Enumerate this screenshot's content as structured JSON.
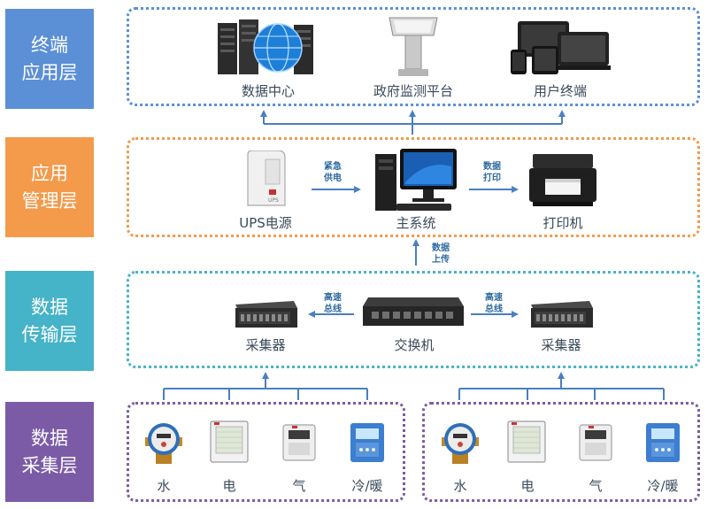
{
  "layers": {
    "terminal": {
      "line1": "终端",
      "line2": "应用层",
      "color": "#5b8fd6"
    },
    "management": {
      "line1": "应用",
      "line2": "管理层",
      "color": "#f39a4b"
    },
    "transport": {
      "line1": "数据",
      "line2": "传输层",
      "color": "#45b3c8"
    },
    "collection": {
      "line1": "数据",
      "line2": "采集层",
      "color": "#7b5ba6"
    }
  },
  "terminal": {
    "data_center": "数据中心",
    "gov_platform": "政府监测平台",
    "user_terminal": "用户终端"
  },
  "management": {
    "ups": "UPS电源",
    "main_system": "主系统",
    "printer": "打印机",
    "emergency_line1": "紧急",
    "emergency_line2": "供电",
    "print_line1": "数据",
    "print_line2": "打印",
    "upload_line1": "数据",
    "upload_line2": "上传"
  },
  "transport": {
    "collector_left": "采集器",
    "switch": "交换机",
    "collector_right": "采集器",
    "bus_left_line1": "高速",
    "bus_left_line2": "总线",
    "bus_right_line1": "高速",
    "bus_right_line2": "总线"
  },
  "collection": {
    "left": {
      "water": "水",
      "electric": "电",
      "gas": "气",
      "heat": "冷/暖"
    },
    "right": {
      "water": "水",
      "electric": "电",
      "gas": "气",
      "heat": "冷/暖"
    }
  }
}
